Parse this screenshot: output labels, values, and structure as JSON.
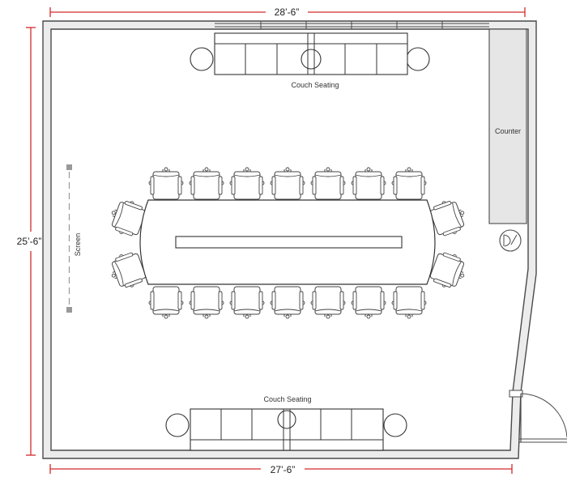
{
  "dimensions": {
    "top": "28’-6”",
    "left": "25’-6”",
    "bottom": "27’-6”"
  },
  "labels": {
    "couch_top": "Couch Seating",
    "couch_bottom": "Couch Seating",
    "counter": "Counter",
    "screen": "Screen"
  },
  "colors": {
    "dimension_line": "#d42a2a",
    "wall": "#4a4a4a",
    "wall_fill": "#ececec",
    "counter_fill": "#e6e6e6"
  }
}
